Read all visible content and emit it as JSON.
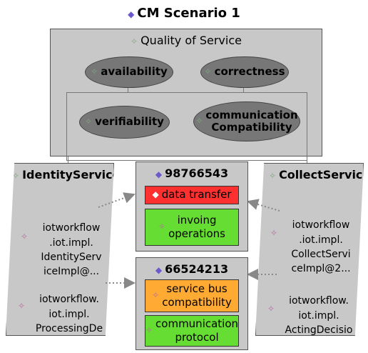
{
  "title": "CM Scenario 1",
  "quality": {
    "label": "Quality of Service",
    "attributes": [
      "availability",
      "correctness",
      "verifiability",
      "communication\nCompatibility"
    ]
  },
  "left_service": {
    "title": "IdentityService",
    "items": [
      "iotworkflow\n.iot.impl.\nIdentityServ\niceImpl@...",
      "iotworkflow.\niot.impl.\nProcessingDe\ncisionServic..."
    ]
  },
  "right_service": {
    "title": "CollectService",
    "items": [
      "iotworkflow\n.iot.impl.\nCollectServi\nceImpl@2...",
      "iotworkflow.\niot.impl.\nActingDecisio\nnServiceImp..."
    ]
  },
  "box1": {
    "id": "98766543",
    "items": [
      {
        "label": "data transfer",
        "color": "#ff3030"
      },
      {
        "label": "invoing\noperations",
        "color": "#66dd33"
      }
    ]
  },
  "box2": {
    "id": "66524213",
    "items": [
      {
        "label": "service bus\ncompatibility",
        "color": "#ffaa33"
      },
      {
        "label": "communication\nprotocol",
        "color": "#66dd33"
      }
    ]
  }
}
